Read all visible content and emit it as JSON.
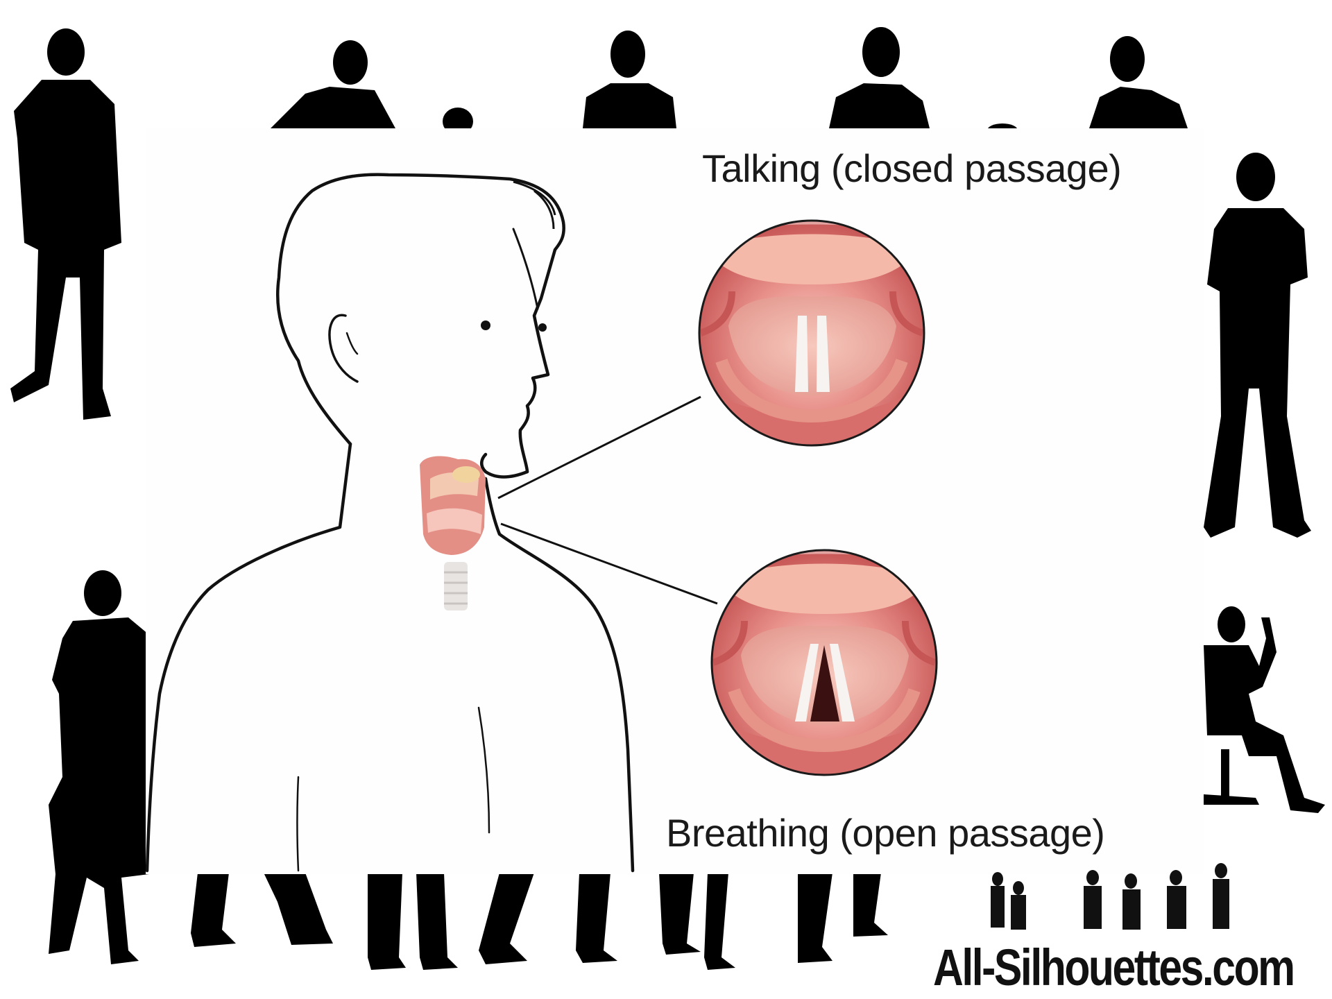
{
  "diagram": {
    "caption_top": "Talking (closed passage)",
    "caption_bottom": "Breathing (open passage)"
  },
  "watermark": {
    "text": "All-Silhouettes.com"
  },
  "colors": {
    "silhouette": "#000000",
    "panel": "#fefefe",
    "tissue_dark": "#c85a5a",
    "tissue_mid": "#e8908a",
    "tissue_light": "#f6c2b8",
    "vocal_cord": "#f4f0ee",
    "outline": "#1a1a1a"
  }
}
